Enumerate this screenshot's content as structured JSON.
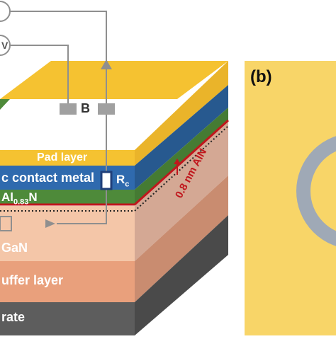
{
  "panel_b": {
    "label": "(b)"
  },
  "device": {
    "layers": {
      "pad": "Pad layer",
      "contact": "c contact metal",
      "barrier_main": "Al",
      "barrier_sub": "0.83",
      "barrier_tail": "N",
      "channel": "GaN",
      "buffer": "uffer layer",
      "substrate": "rate"
    },
    "probe_label": "B",
    "resistor_main": "R",
    "resistor_sub": "c",
    "interlayer_label": "0.8 nm AlN"
  },
  "colors": {
    "pad": "#F5C231",
    "contact_metal": "#2F6AAE",
    "barrier": "#4E8A3A",
    "interlayer_line": "#C0161C",
    "channel": "#F4C6A8",
    "buffer": "#E9A07C",
    "substrate": "#5D5D5D",
    "panel_b_bg": "#F8D568",
    "ring": "#9FA9B6",
    "wire": "#8F8F8F"
  }
}
